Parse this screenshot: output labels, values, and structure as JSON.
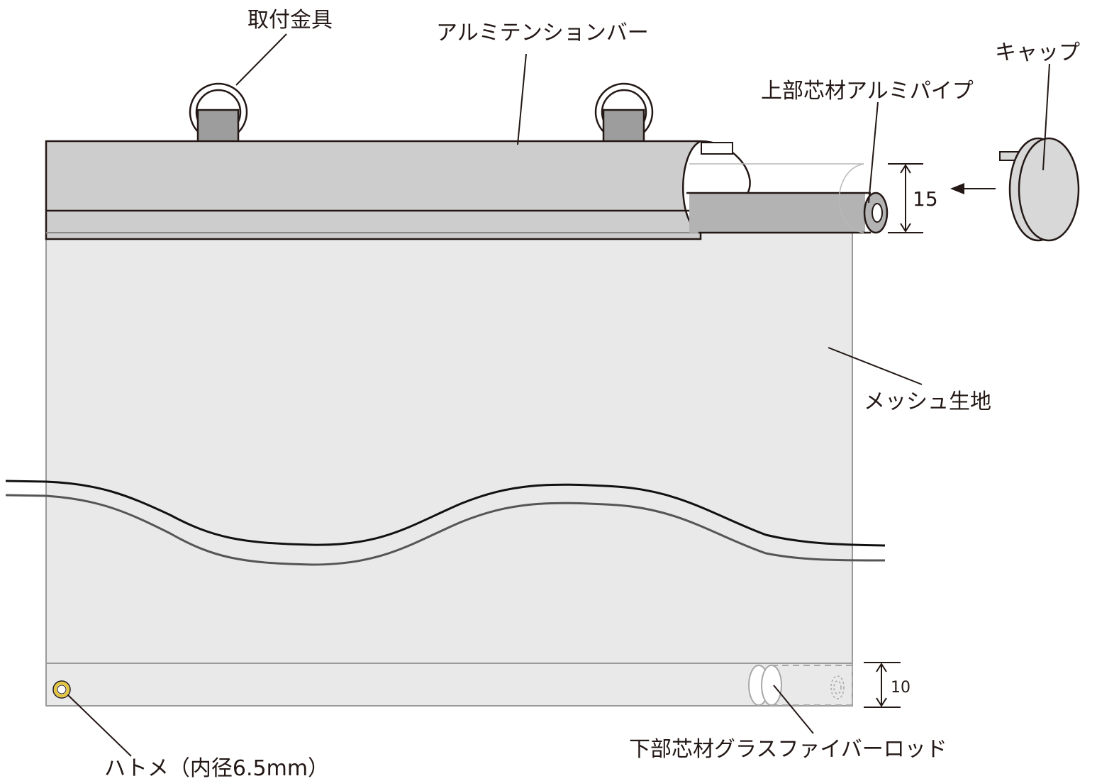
{
  "labels": {
    "mounting_bracket": "取付金具",
    "tension_bar": "アルミテンションバー",
    "cap": "キャップ",
    "upper_pipe": "上部芯材アルミパイプ",
    "mesh": "メッシュ生地",
    "grommet": "ハトメ（内径6.5mm）",
    "lower_rod": "下部芯材グラスファイバーロッド"
  },
  "dimensions": {
    "upper_pipe_diameter": "15",
    "lower_rod_diameter": "10"
  },
  "colors": {
    "line": "#231815",
    "bar_fill": "#cdcdcd",
    "bracket_fill": "#9d9d9d",
    "pipe_fill": "#b3b3b3",
    "fabric_fill": "#e8e9e8",
    "fabric_edge": "#9a9a9a",
    "cap_fill": "#d8d8d8",
    "grommet_ring": "#e2c63a",
    "rod_ghost": "#a8a8a8",
    "wave_outer": "#111111",
    "wave_inner": "#555555"
  }
}
